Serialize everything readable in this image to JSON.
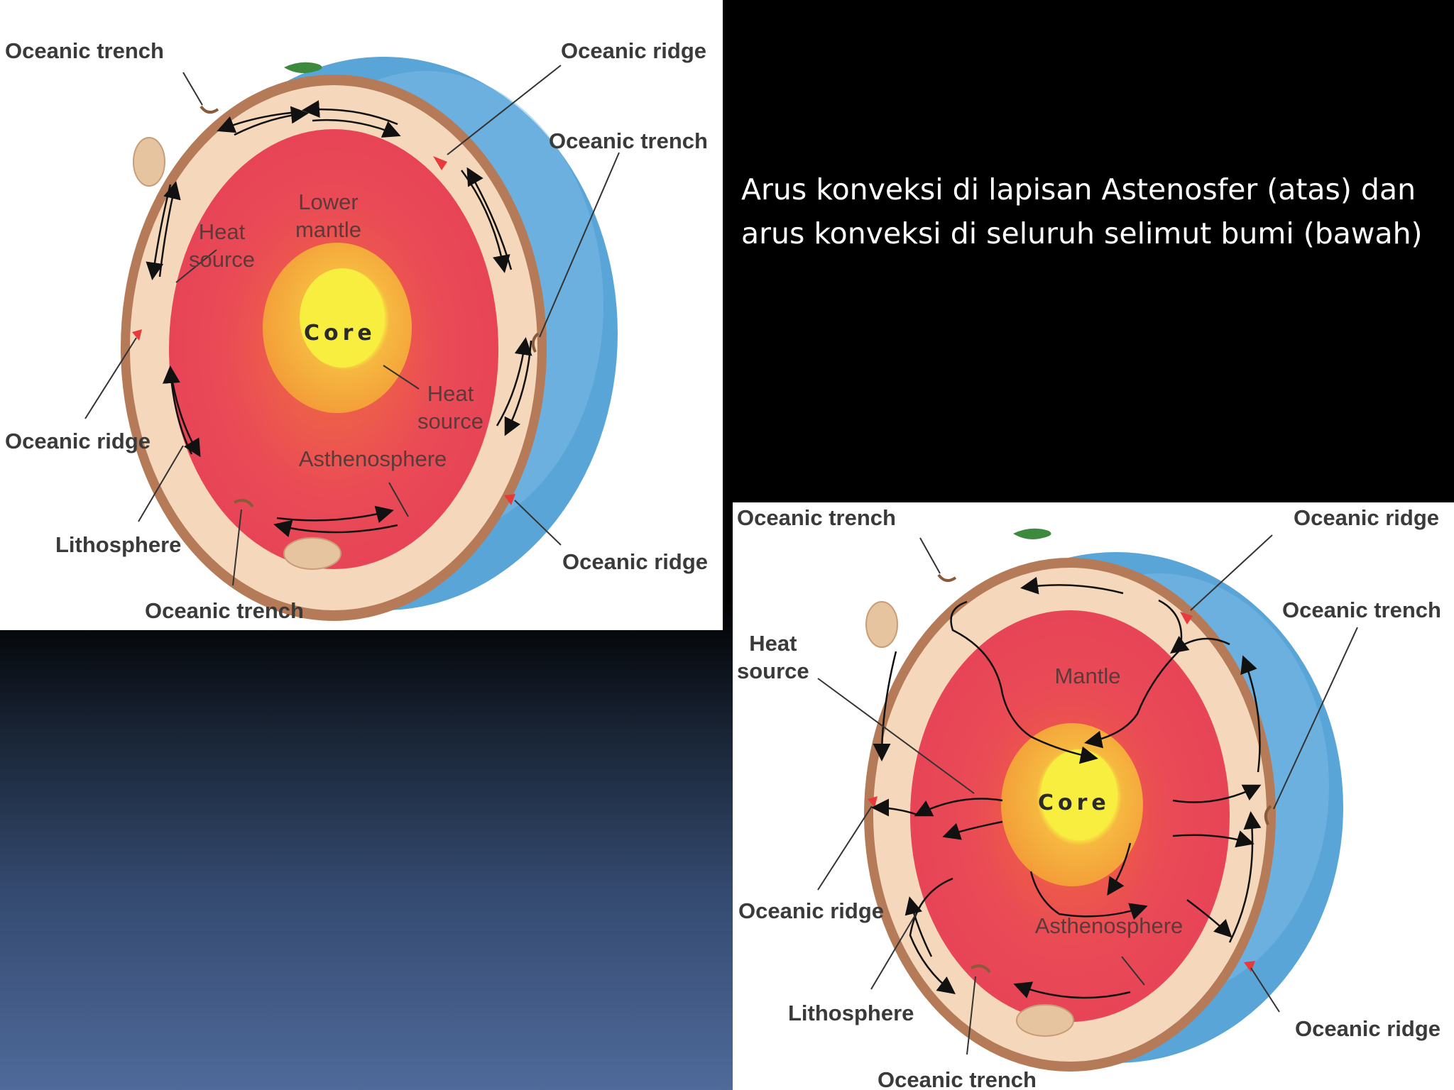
{
  "caption": "Arus konveksi di lapisan Astenosfer (atas) dan\narus konveksi di seluruh selimut bumi (bawah)",
  "top_diagram": {
    "labels": {
      "trench_top_left": "Oceanic trench",
      "ridge_top_right": "Oceanic ridge",
      "trench_right": "Oceanic trench",
      "ridge_left": "Oceanic ridge",
      "lithosphere": "Lithosphere",
      "trench_bottom": "Oceanic trench",
      "ridge_bottom_right": "Oceanic ridge",
      "lower_mantle": "Lower\nmantle",
      "heat_source_left": "Heat\nsource",
      "core": "Core",
      "heat_source_core": "Heat\nsource",
      "asthenosphere": "Asthenosphere"
    }
  },
  "bottom_diagram": {
    "labels": {
      "trench_top_left": "Oceanic trench",
      "ridge_top_right": "Oceanic ridge",
      "trench_right": "Oceanic trench",
      "heat_source": "Heat\nsource",
      "mantle": "Mantle",
      "core": "Core",
      "ridge_left": "Oceanic ridge",
      "asthenosphere": "Asthenosphere",
      "lithosphere": "Lithosphere",
      "trench_bottom": "Oceanic trench",
      "ridge_bottom_right": "Oceanic ridge"
    }
  },
  "colors": {
    "ocean": "#5aa5d8",
    "crust": "#b57a57",
    "asthenosphere": "#f5d8bb",
    "mantle": "#ea4b55",
    "outer_core": "#f6a73a",
    "inner_core": "#f8ee40"
  }
}
